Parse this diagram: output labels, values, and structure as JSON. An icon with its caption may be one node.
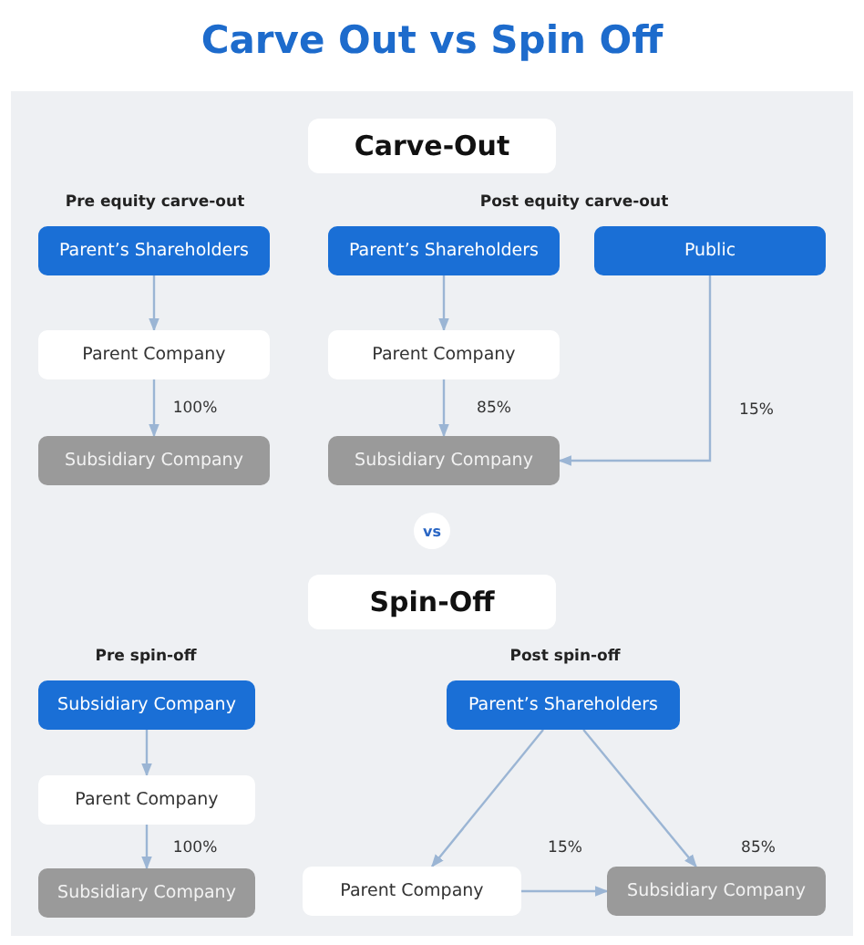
{
  "diagram": {
    "title": "Carve Out vs Spin Off",
    "nodes": [
      {
        "text": [
          "Carve-Out"
        ]
      },
      {
        "text": [
          "Parent’s Shareholders"
        ]
      },
      {
        "text": [
          "Parent’s Shareholders"
        ]
      },
      {
        "text": [
          "Public"
        ]
      },
      {
        "text": [
          "Parent Company"
        ]
      },
      {
        "text": [
          "Parent Company"
        ]
      },
      {
        "text": [
          "Subsidiary Company"
        ]
      },
      {
        "text": [
          "Subsidiary Company"
        ]
      },
      {
        "text": [
          "vs"
        ]
      },
      {
        "text": [
          "Spin-Off"
        ]
      },
      {
        "text": [
          "Subsidiary Company"
        ]
      },
      {
        "text": [
          "Parent’s Shareholders"
        ]
      },
      {
        "text": [
          "Parent Company"
        ]
      },
      {
        "text": [
          "Subsidiary Company"
        ]
      },
      {
        "text": [
          "Parent Company"
        ]
      },
      {
        "text": [
          "Subsidiary Company"
        ]
      }
    ],
    "edges": [
      {
        "from": 1,
        "to": 4,
        "arrow": "to"
      },
      {
        "from": 4,
        "to": 6,
        "arrow": "to",
        "label": "100%"
      },
      {
        "from": 2,
        "to": 5,
        "arrow": "to"
      },
      {
        "from": 5,
        "to": 7,
        "arrow": "to",
        "label": "85%"
      },
      {
        "from": 3,
        "to": 7,
        "arrow": "to",
        "label": "15%"
      },
      {
        "from": 10,
        "to": 12,
        "arrow": "to"
      },
      {
        "from": 12,
        "to": 13,
        "arrow": "to",
        "label": "100%"
      },
      {
        "from": 11,
        "to": 14,
        "arrow": "to"
      },
      {
        "from": 11,
        "to": 15,
        "arrow": "to",
        "label": "85%"
      },
      {
        "from": 14,
        "to": 15,
        "arrow": "to",
        "label": "15%"
      }
    ],
    "labels": [
      "Pre equity carve-out",
      "Post equity carve-out",
      "Pre spin-off",
      "Post spin-off"
    ]
  }
}
